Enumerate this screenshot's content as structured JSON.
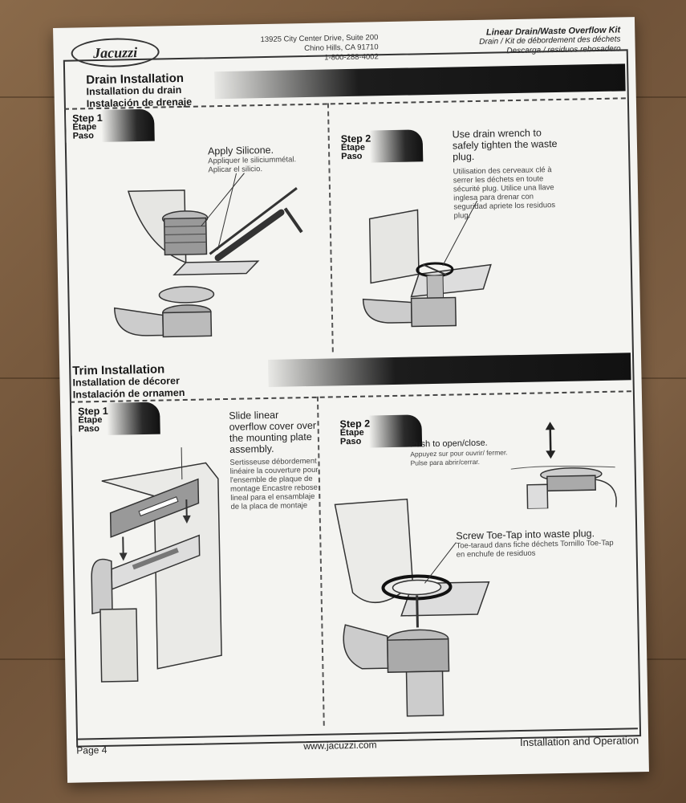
{
  "header": {
    "logo": "Jacuzzi",
    "address": [
      "13925 City Center Drive, Suite 200",
      "Chino Hills, CA 91710",
      "1-800-288-4002"
    ],
    "kit_title": "Linear Drain/Waste Overflow Kit",
    "kit_subtitle_1": "Drain / Kit de débordement des déchets",
    "kit_subtitle_2": "Descarga / residuos rebosadero"
  },
  "drain": {
    "title": "Drain Installation",
    "title_fr": "Installation du drain",
    "title_es": "Instalación de drenaje",
    "step1": {
      "step": "Step 1",
      "etape": "Étape",
      "paso": "Paso",
      "text_en": "Apply Silicone.",
      "text_fr": "Appliquer le siliciummétal.",
      "text_es": "Aplicar el silicio."
    },
    "step2": {
      "step": "Step 2",
      "etape": "Étape",
      "paso": "Paso",
      "text_en": "Use drain wrench to safely tighten the waste plug.",
      "text_fr": "Utilisation des cerveaux clé à serrer les déchets en toute sécurité plug. Utilice una llave inglesa para drenar con seguridad apriete los residuos plug."
    }
  },
  "trim": {
    "title": "Trim Installation",
    "title_fr": "Installation de décorer",
    "title_es": "Instalación de ornamen",
    "step1": {
      "step": "Step 1",
      "etape": "Étape",
      "paso": "Paso",
      "text_en": "Slide linear overflow cover over the mounting plate assembly.",
      "text_fr": "Sertisseuse débordement linéaire la couverture pour l'ensemble de plaque de montage Encastre rebose lineal para el ensamblaje de la placa de montaje"
    },
    "step2": {
      "step": "Step 2",
      "etape": "Étape",
      "paso": "Paso",
      "push_en": "Push to open/close.",
      "push_fr": "Appuyez sur pour ouvrir/ fermer.",
      "push_es": "Pulse para abrir/cerrar.",
      "screw_en": "Screw Toe-Tap into waste plug.",
      "screw_fr": "Toe-taraud dans fiche déchets Tornillo Toe-Tap en enchufe de residuos"
    }
  },
  "footer": {
    "page": "Page 4",
    "url": "www.jacuzzi.com",
    "section": "Installation and Operation"
  }
}
